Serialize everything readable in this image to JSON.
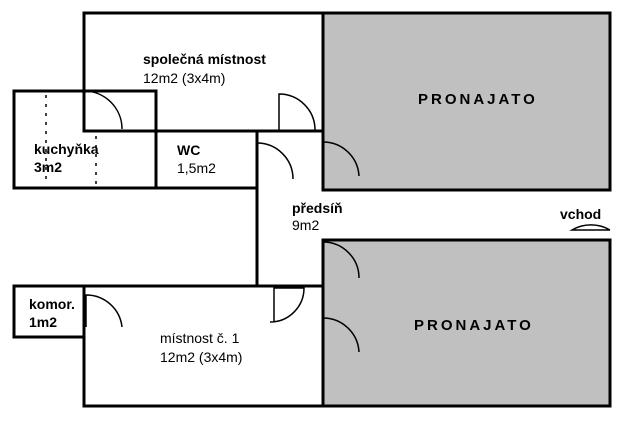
{
  "colors": {
    "rented_fill": "#c0c0c0",
    "wall": "#000000",
    "background": "#ffffff"
  },
  "rooms": {
    "common_room": {
      "name": "společná místnost",
      "area": "12m2 (3x4m)"
    },
    "kitchen": {
      "name": "kuchyňka",
      "area": "3m2"
    },
    "wc": {
      "name": "WC",
      "area": "1,5m2"
    },
    "hall": {
      "name": "předsíň",
      "area": "9m2"
    },
    "entrance": {
      "name": "vchod"
    },
    "storage": {
      "name": "komor.",
      "area": "1m2"
    },
    "room1": {
      "name": "místnost  č. 1",
      "area": "12m2 (3x4m)"
    },
    "rented_top": {
      "name": "PRONAJATO"
    },
    "rented_bottom": {
      "name": "PRONAJATO"
    }
  }
}
